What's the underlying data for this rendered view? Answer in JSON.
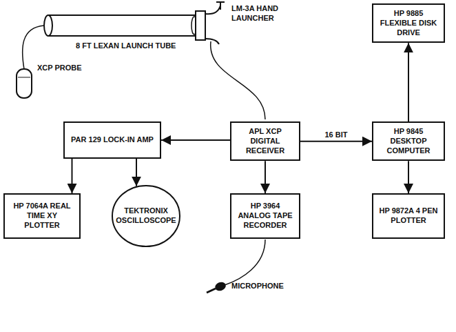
{
  "diagram": {
    "nodes": [
      {
        "text": [
          "HP 9885 FLEXIBLE DISK DRIVE"
        ]
      },
      {
        "text": [
          "PAR 129 LOCK-IN AMP"
        ]
      },
      {
        "text": [
          "APL XCP DIGITAL RECEIVER"
        ]
      },
      {
        "text": [
          "HP 9845 DESKTOP COMPUTER"
        ]
      },
      {
        "text": [
          "HP 7064A REAL TIME XY PLOTTER"
        ]
      },
      {
        "text": [
          "TEKTRONIX OSCILLOSCOPE"
        ]
      },
      {
        "text": [
          "HP 3964 ANALOG TAPE RECORDER"
        ]
      },
      {
        "text": [
          "HP 9872A 4 PEN PLOTTER"
        ]
      }
    ],
    "edges": [
      {
        "from": 2,
        "to": 1,
        "arrow": "to"
      },
      {
        "from": 2,
        "to": 3,
        "label": "16 BIT",
        "arrow": "to"
      },
      {
        "from": 3,
        "to": 0,
        "arrow": "to"
      },
      {
        "from": 3,
        "to": 7,
        "arrow": "to"
      },
      {
        "from": 1,
        "to": 4,
        "arrow": "to"
      },
      {
        "from": 1,
        "to": 5,
        "arrow": "to"
      },
      {
        "from": 2,
        "to": 6,
        "arrow": "to"
      }
    ],
    "labels": [
      "LM-3A HAND LAUNCHER",
      "8 FT LEXAN LAUNCH TUBE",
      "XCP PROBE",
      "MICROPHONE"
    ]
  }
}
